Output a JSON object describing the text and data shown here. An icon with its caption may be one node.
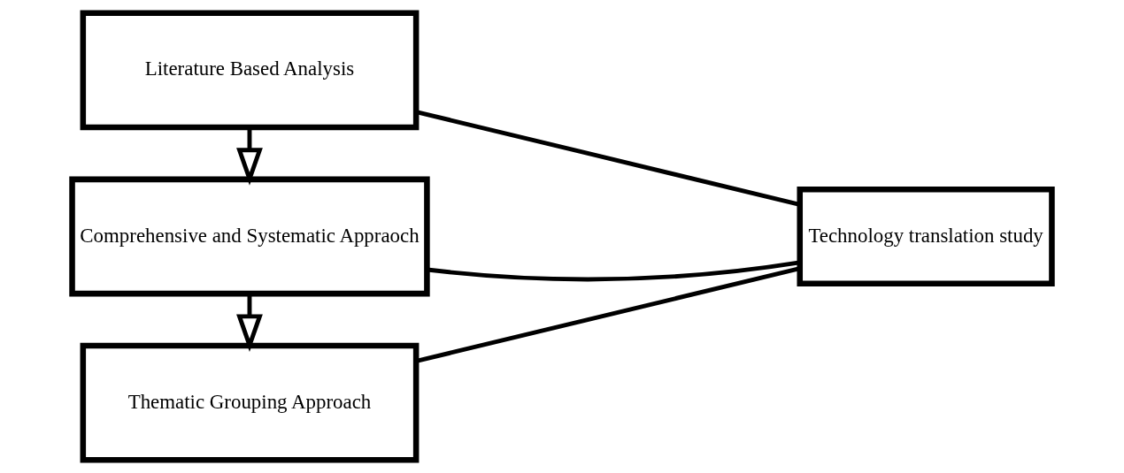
{
  "diagram": {
    "nodes": [
      {
        "text": [
          "Literature Based Analysis"
        ]
      },
      {
        "text": [
          "Comprehensive and Systematic Appraoch"
        ]
      },
      {
        "text": [
          "Thematic Grouping Approach"
        ]
      },
      {
        "text": [
          "Technology translation study"
        ]
      }
    ],
    "edges": [
      {
        "from": 0,
        "to": 1,
        "arrow": "to"
      },
      {
        "from": 1,
        "to": 2,
        "arrow": "to"
      },
      {
        "from": 0,
        "to": 3,
        "arrow": "none"
      },
      {
        "from": 1,
        "to": 3,
        "arrow": "none"
      },
      {
        "from": 2,
        "to": 3,
        "arrow": "none"
      }
    ]
  }
}
